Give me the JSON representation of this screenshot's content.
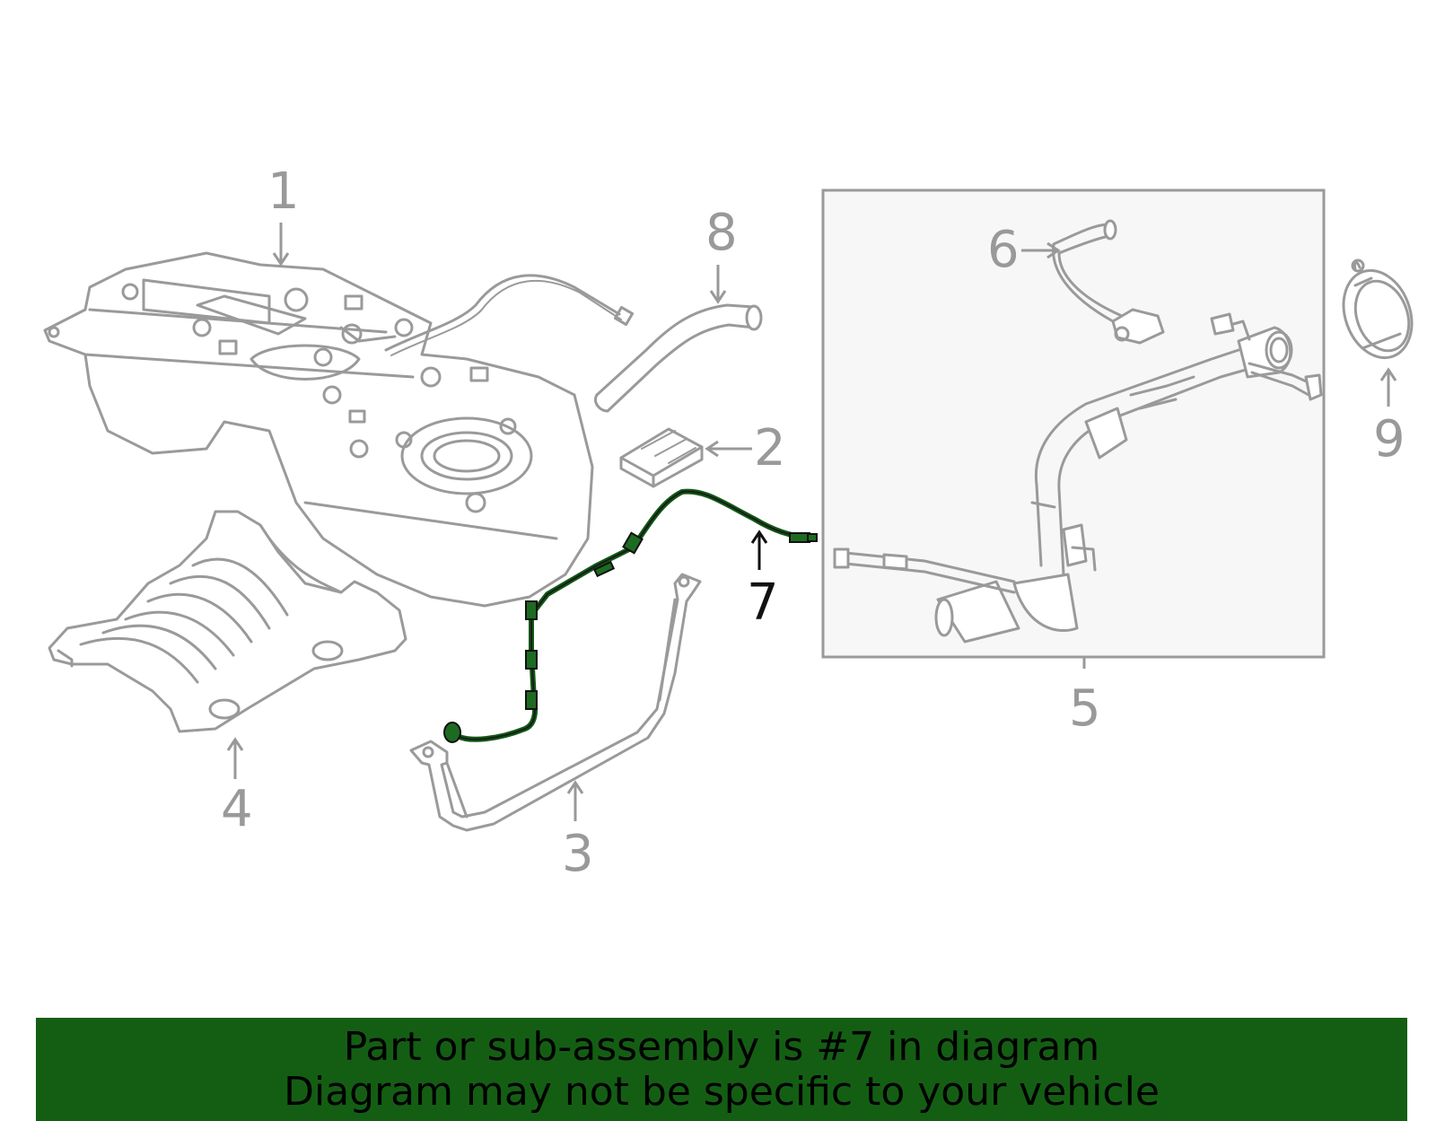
{
  "callouts": {
    "c1": "1",
    "c2": "2",
    "c3": "3",
    "c4": "4",
    "c5": "5",
    "c6": "6",
    "c7": "7",
    "c8": "8",
    "c9": "9"
  },
  "highlighted_part": "7",
  "colors": {
    "part_outline": "#9a9a9a",
    "highlight": "#0f5a14",
    "banner": "#145e14",
    "box_fill": "#f7f7f7"
  },
  "banner": {
    "line1": "Part or sub-assembly is #7 in diagram",
    "line2": "Diagram may not be specific to your vehicle"
  }
}
